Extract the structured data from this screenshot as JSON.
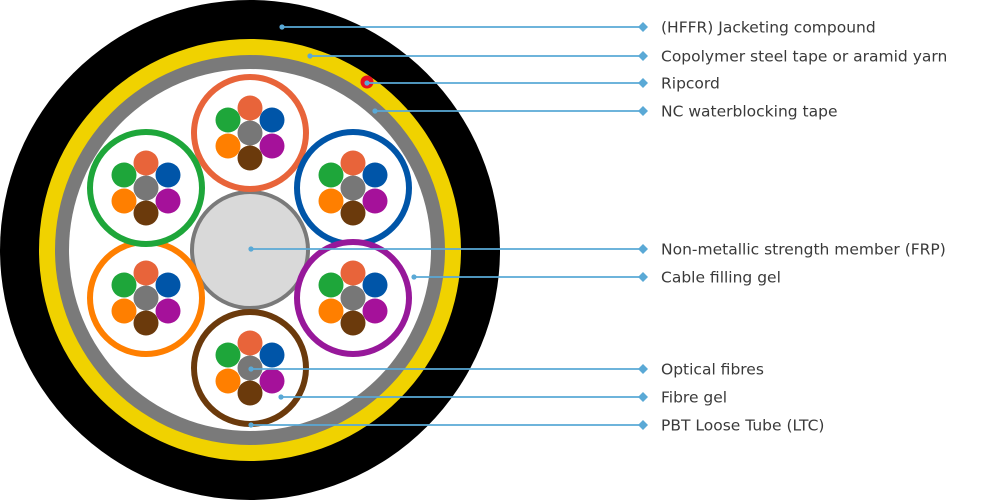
{
  "colors": {
    "jacket": "#000000",
    "armour_tape": "#f0d200",
    "waterblocking_tape": "#7a7a7a",
    "core_background": "#ffffff",
    "ripcord": "#e8101e",
    "strength_member": "#d9d9d9",
    "leader_line": "#5aa9d6",
    "label_text": "#3a3a3a"
  },
  "tube_colors": [
    "#e8643a",
    "#0055a8",
    "#97189a",
    "#6b3a0c",
    "#ff7f00",
    "#1ea63a"
  ],
  "fibre_colors": [
    "#e8643a",
    "#0055a8",
    "#a5119a",
    "#6b3a0c",
    "#ff7f00",
    "#1ea63a"
  ],
  "fibre_center_color": "#777777",
  "labels": [
    {
      "id": "jacket",
      "text": "(HFFR) Jacketing compound"
    },
    {
      "id": "steel-tape",
      "text": "Copolymer steel tape or aramid yarn"
    },
    {
      "id": "ripcord",
      "text": "Ripcord"
    },
    {
      "id": "waterblocking-tape",
      "text": "NC waterblocking tape"
    },
    {
      "id": "strength-member",
      "text": "Non-metallic strength member (FRP)"
    },
    {
      "id": "filling-gel",
      "text": "Cable filling gel"
    },
    {
      "id": "optical-fibres",
      "text": "Optical fibres"
    },
    {
      "id": "fibre-gel",
      "text": "Fibre gel"
    },
    {
      "id": "loose-tube",
      "text": "PBT Loose Tube (LTC)"
    }
  ]
}
